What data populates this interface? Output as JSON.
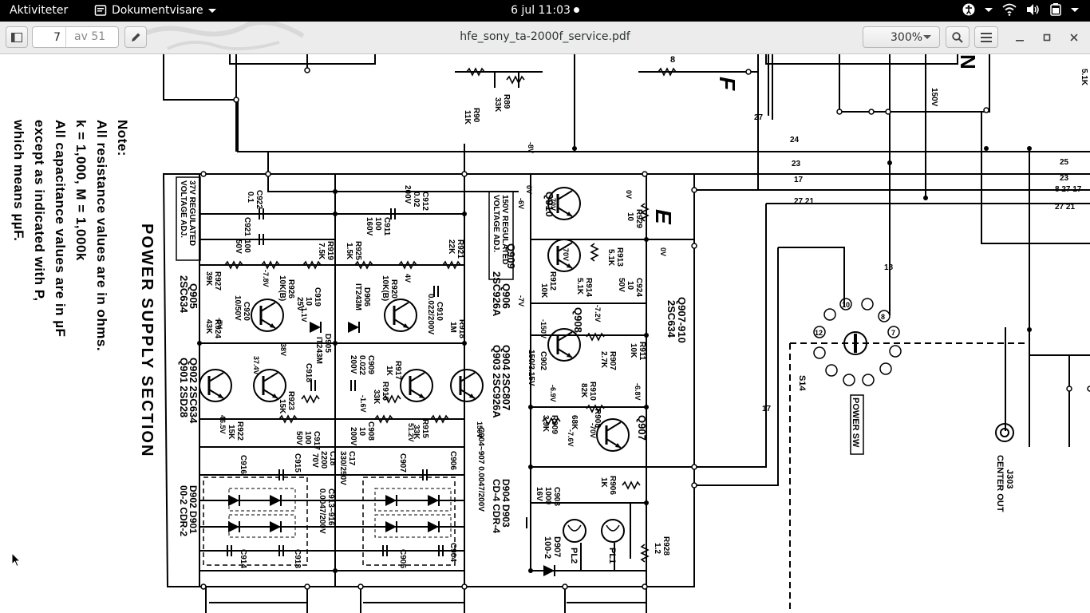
{
  "topbar": {
    "activities": "Aktiviteter",
    "app_name": "Dokumentvisare",
    "clock": "6 jul  11:03"
  },
  "header": {
    "page_number": "7",
    "page_total": "av 51",
    "title": "hfe_sony_ta-2000f_service.pdf",
    "zoom": "300%"
  },
  "schematic": {
    "notes": {
      "heading": "Note:",
      "line1": "All resistance values are in ohms.",
      "line2": "k = 1,000, M = 1,000k",
      "line3": "All capacitance values are in µF",
      "line4": "except   as   indicated   with   P,",
      "line5": "which means µµF."
    },
    "section_title": "POWER SUPPLY SECTION",
    "section_letters": {
      "e": "E",
      "f": "F",
      "n": "N"
    },
    "transistors": {
      "q905": "Q905",
      "q905_type": "2SC634",
      "q902": "Q902  2SC634",
      "q901": "Q901  2SD28",
      "q906": "Q906",
      "q906_type": "2SC926A",
      "q904": "Q904  2SC807",
      "q903": "Q903  2SC926A",
      "q907_910": "Q907-910",
      "q907_910_type": "2SC634",
      "q909": "Q909",
      "q910": "Q910",
      "q908": "Q908",
      "q907": "Q907"
    },
    "boxes": {
      "v37": "37V REGULATED",
      "v37b": "VOLTAGE ADJ.",
      "v150": "150V REGULATED",
      "v150b": "VOLTAGE ADJ."
    },
    "diodes": {
      "d902_901": "D902  D901",
      "d902_901_type": "00-2  CDR-2",
      "d904_903": "D904  D903",
      "d904_903_type": "CD-4  CDR-4",
      "d907": "D907",
      "d907_type": "100-2",
      "d905": "D905",
      "d905_type": "IT243M",
      "d906": "D906",
      "d906_type": "IT243M"
    },
    "caps": {
      "c922": "C922",
      "c922v": "0.1",
      "c921": "C921",
      "c921v": "100",
      "c921r": "50V",
      "c912": "C912",
      "c912v": "0.02",
      "c912r": "200V",
      "c911": "C911",
      "c911v": "100",
      "c911r": "160V",
      "c920": "C920",
      "c920v": "10/50V",
      "c919": "C919",
      "c919v": "10",
      "c919r": "25V",
      "c910": "C910",
      "c910v": "0.022/200V",
      "c909": "C909",
      "c909v": "0.022",
      "c909r": "200V",
      "c924": "C924",
      "c924v": "10",
      "c924r": "50V",
      "c902": "C902",
      "c902v": "150/3.15V",
      "c918": "C918",
      "c917": "C917",
      "c917v": "100",
      "c917r": "50V",
      "c908": "C908",
      "c908v": "10",
      "c908r": "200V",
      "c18": "C18",
      "c18v": "2200",
      "c18r": "70V",
      "c17": "C17",
      "c17v": "330/250V",
      "c904_907": "C904~907  0.0047/200V",
      "c913_916": "C913~916",
      "c913_916v": "0.0047/200V",
      "c903": "C903",
      "c903v": "1000",
      "c903r": "16V",
      "c916": "C916",
      "c915": "C915",
      "c914": "C914",
      "c913": "C913",
      "c907": "C907",
      "c906": "C906",
      "c905": "C905",
      "c904": "C904"
    },
    "resistors": {
      "r927": "R927",
      "r927v": "39K",
      "r926": "R926",
      "r926v": "10K(B)",
      "r919": "R919",
      "r919v": "7.5K",
      "r925": "R925",
      "r925v": "1.5K",
      "r920": "R920",
      "r920v": "10K(B)",
      "r921": "R921",
      "r921v": "22K",
      "r924": "R924",
      "r924v": "43K",
      "r918": "R918",
      "r918v": "1M",
      "r923": "R923",
      "r923v": "15K",
      "r922": "R922",
      "r922v": "15K",
      "r917": "R917",
      "r917v": "1K",
      "r916": "R916",
      "r916v": "33K",
      "r915": "R915",
      "r915v": "33K",
      "r929": "R929",
      "r929v": "10",
      "r913": "R913",
      "r913v": "5.1K",
      "r912": "R912",
      "r912v": "10K",
      "r914": "R914",
      "r914v": "5.1K",
      "r911": "R911",
      "r911v": "10K",
      "r907": "R907",
      "r907v": "2.7K",
      "r910": "R910",
      "r910v": "82K",
      "r908": "R908",
      "r908v": "68K",
      "r909": "R909",
      "r909v": "3.9K",
      "r906": "R906",
      "r906v": "1K",
      "r928": "R928",
      "r928v": "1.2",
      "r90": "R90",
      "r90v": "11K",
      "r89": "R89",
      "r89v": "33K"
    },
    "voltages": {
      "v_minus_78": "-7.8V",
      "v_minus_68": "-6.8V",
      "v_minus_76": "-7.6V",
      "v_minus_70": "-70V",
      "v_minus_72": "-7.2V",
      "v_minus_69": "-6.9V",
      "v_minus_11": "-1.1V",
      "v_minus_8": "-8V",
      "v_minus_7": "-7V",
      "v_minus_6": "-6V",
      "v_minus_1_6": "-1.6V",
      "v_minus_150": "-150V",
      "v_0": "0V",
      "v_0b": "0V",
      "v_0c": "0V",
      "v_37": "37.4V",
      "v_38": "38V",
      "v_7": "-7V",
      "v_4": "4V",
      "v_46": "46.5V",
      "v_51": "51.2V",
      "v_150": "150V"
    },
    "wires": {
      "w27": "27",
      "w24": "24",
      "w23": "23",
      "w17": "17",
      "w2721": "27 21",
      "w18": "18",
      "w17b": "17",
      "w8": "8"
    },
    "right_side": {
      "s14": "S14",
      "power_sw": "POWER SW",
      "j303": "J303",
      "center_out": "CENTER OUT",
      "pl1": "PL1",
      "pl2": "PL2",
      "sw10": "10",
      "sw8": "8",
      "sw7": "7",
      "sw12": "12",
      "r51k": "5.1K",
      "v150b": "150V",
      "top25": "25",
      "top23": "23",
      "top2717": "8 27 17",
      "top2721": "27 21"
    }
  }
}
